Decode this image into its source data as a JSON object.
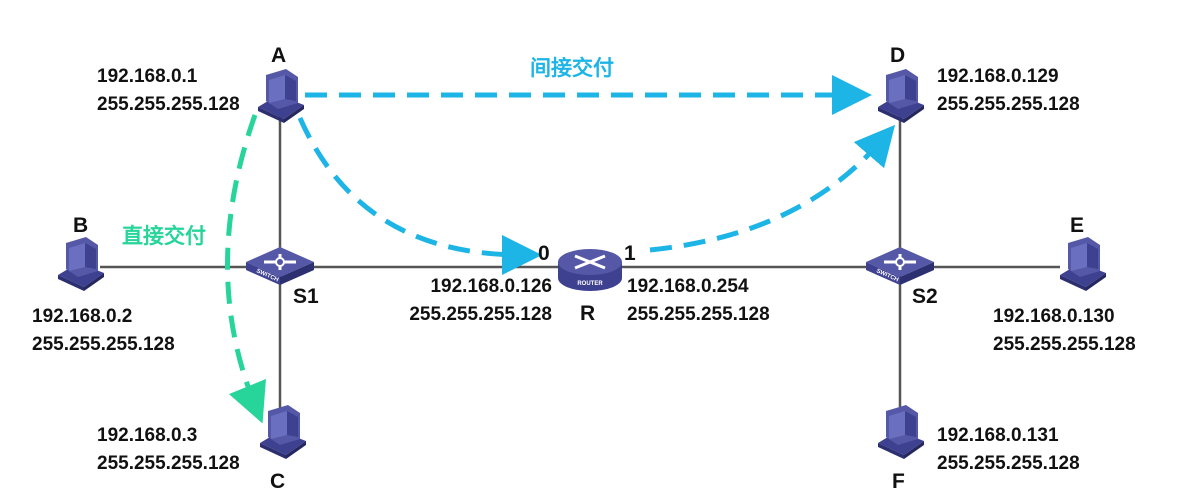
{
  "colors": {
    "indirect": "#1db4e6",
    "direct": "#27d59a",
    "link": "#555555",
    "device": "#5558a6"
  },
  "annotations": {
    "indirect": "间接交付",
    "direct": "直接交付"
  },
  "nodes": {
    "A": {
      "name": "A",
      "ip": "192.168.0.1",
      "mask": "255.255.255.128"
    },
    "B": {
      "name": "B",
      "ip": "192.168.0.2",
      "mask": "255.255.255.128"
    },
    "C": {
      "name": "C",
      "ip": "192.168.0.3",
      "mask": "255.255.255.128"
    },
    "D": {
      "name": "D",
      "ip": "192.168.0.129",
      "mask": "255.255.255.128"
    },
    "E": {
      "name": "E",
      "ip": "192.168.0.130",
      "mask": "255.255.255.128"
    },
    "F": {
      "name": "F",
      "ip": "192.168.0.131",
      "mask": "255.255.255.128"
    },
    "S1": {
      "name": "S1",
      "icon_text": "SWITCH"
    },
    "S2": {
      "name": "S2",
      "icon_text": "SWITCH"
    },
    "R": {
      "name": "R",
      "icon_text": "ROUTER",
      "port0": {
        "label": "0",
        "ip": "192.168.0.126",
        "mask": "255.255.255.128"
      },
      "port1": {
        "label": "1",
        "ip": "192.168.0.254",
        "mask": "255.255.255.128"
      }
    }
  }
}
